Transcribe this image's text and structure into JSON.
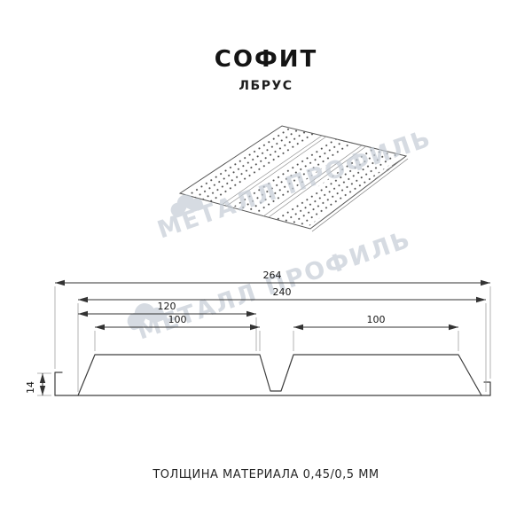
{
  "page": {
    "title": "СОФИТ",
    "subtitle": "ЛБРУС",
    "footer_note": "ТОЛЩИНА МАТЕРИАЛА 0,45/0,5 ММ"
  },
  "watermark": {
    "text": "МЕТАЛЛ ПРОФИЛЬ"
  },
  "diagram": {
    "dimensions_mm": {
      "overall_width": "264",
      "working_width": "240",
      "groove_offset": "120",
      "left_pan": "100",
      "right_pan": "100",
      "profile_height": "14"
    },
    "colors": {
      "line": "#3d3d3d",
      "dimension": "#333333",
      "watermark": "#c5cdd6"
    }
  }
}
